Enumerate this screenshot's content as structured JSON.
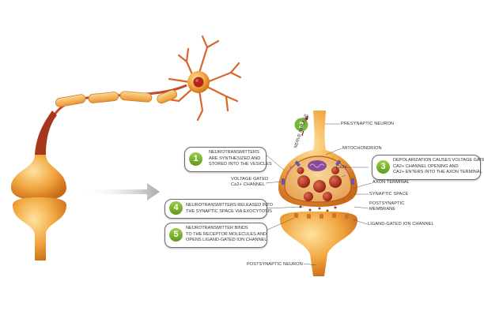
{
  "colors": {
    "neuron_light": "#f6c56a",
    "neuron_mid": "#e8902c",
    "neuron_dark": "#b85a14",
    "nucleus": "#b2241e",
    "vesicle": "#a12a1c",
    "badge_green": "#7ab53a",
    "arrow_grey": "#b8b8b8"
  },
  "steps": [
    {
      "number": "1",
      "text": "NEUROTRANSMITTERS\nARE SYNTHESIZED AND\nSTORED INTO THE VESICLES"
    },
    {
      "number": "2",
      "text": "NERVE IMPULSE"
    },
    {
      "number": "3",
      "text": "DEPOLARIZATION CAUSES VOLTAGE GATED\nCa2+ CHANNEL OPENING AND\nCa2+ ENTERS INTO THE AXON TERMINAL"
    },
    {
      "number": "4",
      "text": "NEUROTRANSMITTERS RELEASED INTO\nTHE SYNAPTIC SPACE VIA EXOCYTOSIS"
    },
    {
      "number": "5",
      "text": "NEUROTRANSMITTER BINDS\nTO THE RECEPTOR MOLECULES AND\nOPENS LIGAND-GATED ION CHANNEL"
    }
  ],
  "labels": {
    "presynaptic_neuron": "PRESYNAPTIC NEURON",
    "mitochondrion": "MITOCHONDRION",
    "ca_ion": "Ca2+",
    "axon_terminal": "AXON TERMINAL",
    "synaptic_space": "SYNAPTIC SPACE",
    "postsynaptic_membrane_1": "POSTSYNAPTIC",
    "postsynaptic_membrane_2": "MEMBRANE",
    "ligand_gated_channel": "LIGAND-GATED ION CHANNEL",
    "voltage_gated_1": "VOLTAGE GATED",
    "voltage_gated_2": "Ca2+ CHANNEL",
    "postsynaptic_neuron": "POSTSYNAPTIC NEURON"
  }
}
